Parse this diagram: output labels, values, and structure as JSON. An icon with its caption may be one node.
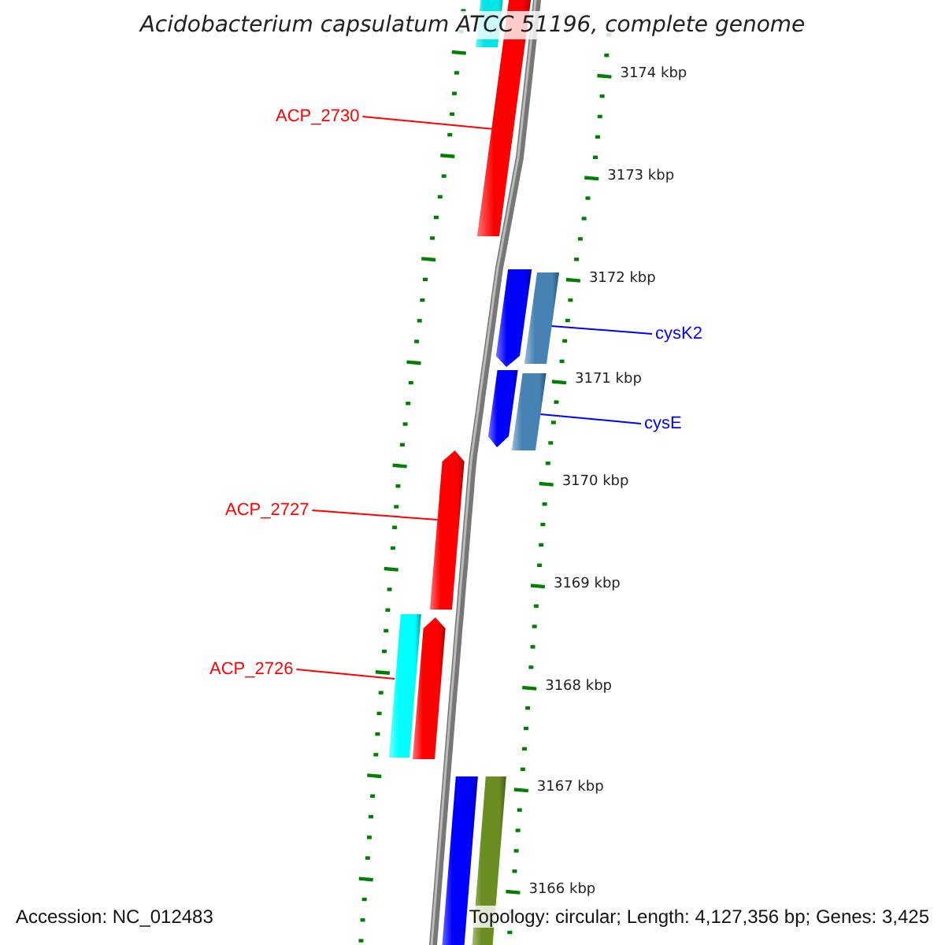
{
  "diagram": {
    "title": "Acidobacterium capsulatum ATCC 51196, complete genome",
    "nodes": [
      {
        "text": [],
        "shape": "bar"
      },
      {
        "text": [],
        "shape": "bar"
      },
      {
        "text": [
          "ACP_2730"
        ]
      },
      {
        "text": [],
        "shape": "bar"
      },
      {
        "text": [],
        "shape": "bar"
      },
      {
        "text": [
          "cysK2"
        ]
      },
      {
        "text": [],
        "shape": "bar"
      },
      {
        "text": [],
        "shape": "bar"
      },
      {
        "text": [
          "cysE"
        ]
      },
      {
        "text": [],
        "shape": "bar"
      },
      {
        "text": [
          "ACP_2727"
        ]
      },
      {
        "text": [],
        "shape": "bar"
      },
      {
        "text": [],
        "shape": "bar"
      },
      {
        "text": [
          "ACP_2726"
        ]
      },
      {
        "text": [],
        "shape": "bar"
      },
      {
        "text": [],
        "shape": "bar"
      }
    ],
    "edges": [
      {
        "from": 2,
        "to": 1,
        "arrow": "none"
      },
      {
        "from": 5,
        "to": 4,
        "arrow": "none",
        "color": "#0000ff"
      },
      {
        "from": 8,
        "to": 7,
        "arrow": "none",
        "color": "#0000ff"
      },
      {
        "from": 10,
        "to": 9,
        "arrow": "none"
      },
      {
        "from": 13,
        "to": 11,
        "arrow": "none"
      }
    ],
    "labels": [
      "3174 kbp",
      "3173 kbp",
      "3172 kbp",
      "3171 kbp",
      "3170 kbp",
      "3169 kbp",
      "3168 kbp",
      "3167 kbp",
      "3166 kbp",
      "Accession: NC_012483",
      "Topology: circular; Length: 4,127,356 bp; Genes: 3,425"
    ]
  }
}
